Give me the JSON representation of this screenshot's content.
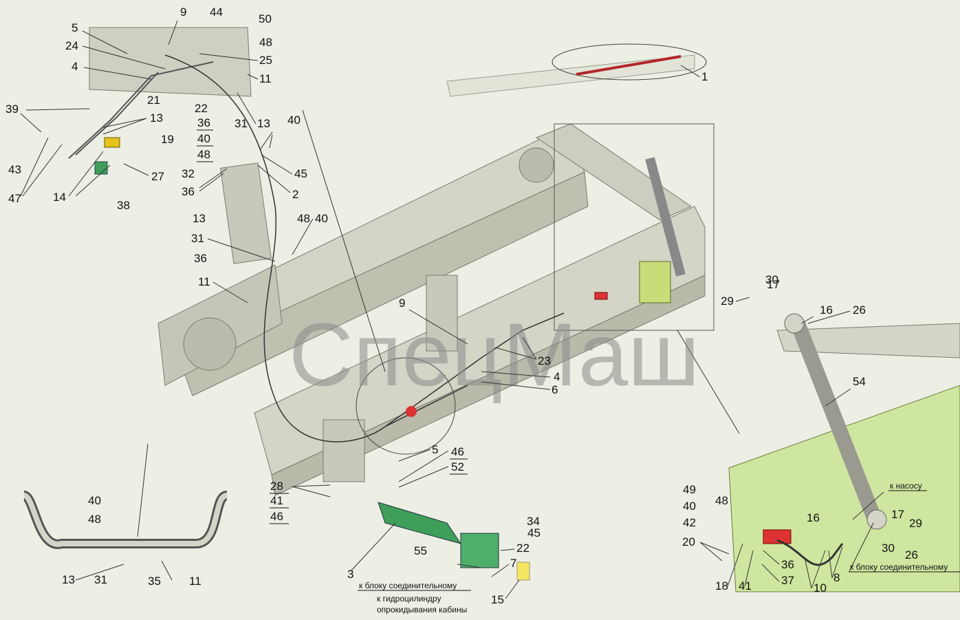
{
  "watermark": "СпецМаш",
  "captions": {
    "to_block_left": "к блоку соединительному",
    "to_cyl_1": "к гидроцилиндру",
    "to_cyl_2": "опрокидывания кабины",
    "to_pump": "к насосу",
    "to_block_right": "к блоку соединительному"
  },
  "labels": {
    "l1": "1",
    "l2": "2",
    "l3": "3",
    "l4a": "4",
    "l4b": "4",
    "l5a": "5",
    "l5b": "5",
    "l6": "6",
    "l7": "7",
    "l8": "8",
    "l9a": "9",
    "l9b": "9",
    "l10": "10",
    "l11a": "11",
    "l11b": "11",
    "l11c": "11",
    "l13a": "13",
    "l13b": "13",
    "l13c": "13",
    "l13d": "13",
    "l14": "14",
    "l15": "15",
    "l16a": "16",
    "l16b": "16",
    "l17a": "17",
    "l17b": "17",
    "l18": "18",
    "l19": "19",
    "l20": "20",
    "l21": "21",
    "l22a": "22",
    "l22b": "22",
    "l23": "23",
    "l24": "24",
    "l25": "25",
    "l26a": "26",
    "l26b": "26",
    "l27": "27",
    "l28": "28",
    "l29a": "29",
    "l29b": "29",
    "l30a": "30",
    "l30b": "30",
    "l31a": "31",
    "l31b": "31",
    "l31c": "31",
    "l32": "32",
    "l34": "34",
    "l35": "35",
    "l36a": "36",
    "l36b": "36",
    "l36c": "36",
    "l36d": "36",
    "l37": "37",
    "l38": "38",
    "l39": "39",
    "l40a": "40",
    "l40b": "40",
    "l40c": "40",
    "l40d": "40",
    "l40e": "40",
    "l41a": "41",
    "l41b": "41",
    "l42": "42",
    "l43": "43",
    "l44": "44",
    "l45a": "45",
    "l45b": "45",
    "l46a": "46",
    "l46b": "46",
    "l47": "47",
    "l48a": "48",
    "l48b": "48",
    "l48c": "48",
    "l48d": "48",
    "l48e": "48",
    "l49": "49",
    "l50": "50",
    "l52": "52",
    "l54": "54",
    "l55": "55"
  }
}
